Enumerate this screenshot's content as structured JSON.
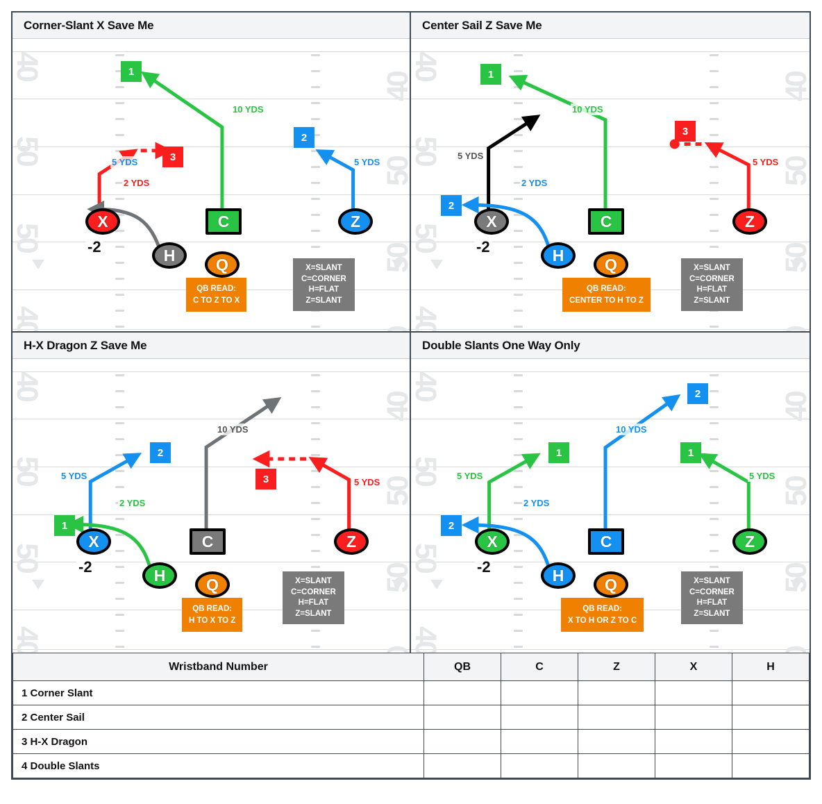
{
  "legend_lines": [
    "X=SLANT",
    "C=CORNER",
    "H=FLAT",
    "Z=SLANT"
  ],
  "colors": {
    "red": "#FA1E1E",
    "green": "#29C443",
    "blue": "#1491F0",
    "orange": "#F08000",
    "gray": "#7A7A7A",
    "black": "#000000",
    "header_bg": "#F3F4F6",
    "border": "#434A4F"
  },
  "plays": [
    {
      "title": "Corner-Slant X Save Me",
      "qb_read_label": "QB READ:",
      "qb_read_value": "C TO Z TO X",
      "depth_label": "-2",
      "players": [
        {
          "id": "X",
          "label": "X",
          "shape": "ellipse",
          "color": "#FA1E1E"
        },
        {
          "id": "C",
          "label": "C",
          "shape": "square",
          "color": "#29C443"
        },
        {
          "id": "Z",
          "label": "Z",
          "shape": "ellipse",
          "color": "#1491F0"
        },
        {
          "id": "H",
          "label": "H",
          "shape": "ellipse",
          "color": "#7A7A7A"
        },
        {
          "id": "Q",
          "label": "Q",
          "shape": "ellipse",
          "color": "#F08000"
        }
      ],
      "badges": [
        {
          "num": "1",
          "color": "#29C443"
        },
        {
          "num": "2",
          "color": "#1491F0"
        },
        {
          "num": "3",
          "color": "#FA1E1E"
        }
      ],
      "yds": [
        {
          "text": "10 YDS",
          "color": "#29C443"
        },
        {
          "text": "5 YDS",
          "color": "#1491F0"
        },
        {
          "text": "5 YDS",
          "color": "#1491F0"
        },
        {
          "text": "2 YDS",
          "color": "#FA1E1E"
        }
      ]
    },
    {
      "title": "Center Sail Z Save Me",
      "qb_read_label": "QB READ:",
      "qb_read_value": "CENTER TO H TO Z",
      "depth_label": "-2",
      "players": [
        {
          "id": "X",
          "label": "X",
          "shape": "ellipse",
          "color": "#7A7A7A"
        },
        {
          "id": "C",
          "label": "C",
          "shape": "square",
          "color": "#29C443"
        },
        {
          "id": "Z",
          "label": "Z",
          "shape": "ellipse",
          "color": "#FA1E1E"
        },
        {
          "id": "H",
          "label": "H",
          "shape": "ellipse",
          "color": "#1491F0"
        },
        {
          "id": "Q",
          "label": "Q",
          "shape": "ellipse",
          "color": "#F08000"
        }
      ],
      "badges": [
        {
          "num": "1",
          "color": "#29C443"
        },
        {
          "num": "2",
          "color": "#1491F0"
        },
        {
          "num": "3",
          "color": "#FA1E1E"
        }
      ],
      "yds": [
        {
          "text": "10 YDS",
          "color": "#29C443"
        },
        {
          "text": "5 YDS",
          "color": "#555555"
        },
        {
          "text": "5 YDS",
          "color": "#FA1E1E"
        },
        {
          "text": "2 YDS",
          "color": "#1491F0"
        }
      ]
    },
    {
      "title": "H-X Dragon Z Save Me",
      "qb_read_label": "QB READ:",
      "qb_read_value": "H TO X TO Z",
      "depth_label": "-2",
      "players": [
        {
          "id": "X",
          "label": "X",
          "shape": "ellipse",
          "color": "#1491F0"
        },
        {
          "id": "C",
          "label": "C",
          "shape": "square",
          "color": "#7A7A7A"
        },
        {
          "id": "Z",
          "label": "Z",
          "shape": "ellipse",
          "color": "#FA1E1E"
        },
        {
          "id": "H",
          "label": "H",
          "shape": "ellipse",
          "color": "#29C443"
        },
        {
          "id": "Q",
          "label": "Q",
          "shape": "ellipse",
          "color": "#F08000"
        }
      ],
      "badges": [
        {
          "num": "1",
          "color": "#29C443"
        },
        {
          "num": "2",
          "color": "#1491F0"
        },
        {
          "num": "3",
          "color": "#FA1E1E"
        }
      ],
      "yds": [
        {
          "text": "10 YDS",
          "color": "#555555"
        },
        {
          "text": "5 YDS",
          "color": "#1491F0"
        },
        {
          "text": "5 YDS",
          "color": "#FA1E1E"
        },
        {
          "text": "2 YDS",
          "color": "#29C443"
        }
      ]
    },
    {
      "title": "Double Slants One Way Only",
      "qb_read_label": "QB READ:",
      "qb_read_value": "X TO H OR Z TO C",
      "depth_label": "-2",
      "players": [
        {
          "id": "X",
          "label": "X",
          "shape": "ellipse",
          "color": "#29C443"
        },
        {
          "id": "C",
          "label": "C",
          "shape": "square",
          "color": "#1491F0"
        },
        {
          "id": "Z",
          "label": "Z",
          "shape": "ellipse",
          "color": "#29C443"
        },
        {
          "id": "H",
          "label": "H",
          "shape": "ellipse",
          "color": "#1491F0"
        },
        {
          "id": "Q",
          "label": "Q",
          "shape": "ellipse",
          "color": "#F08000"
        }
      ],
      "badges": [
        {
          "num": "1",
          "color": "#29C443"
        },
        {
          "num": "2",
          "color": "#1491F0"
        },
        {
          "num": "1",
          "color": "#29C443"
        },
        {
          "num": "2",
          "color": "#1491F0"
        }
      ],
      "yds": [
        {
          "text": "10 YDS",
          "color": "#1491F0"
        },
        {
          "text": "5 YDS",
          "color": "#29C443"
        },
        {
          "text": "5 YDS",
          "color": "#29C443"
        },
        {
          "text": "2 YDS",
          "color": "#1491F0"
        }
      ]
    }
  ],
  "field_numbers": [
    "40",
    "50",
    "50",
    "40"
  ],
  "wristband": {
    "main_header": "Wristband Number",
    "position_headers": [
      "QB",
      "C",
      "Z",
      "X",
      "H"
    ],
    "rows": [
      {
        "num": "1",
        "name": "Corner Slant",
        "cells": [
          "",
          "",
          "",
          "",
          ""
        ]
      },
      {
        "num": "2",
        "name": "Center Sail",
        "cells": [
          "",
          "",
          "",
          "",
          ""
        ]
      },
      {
        "num": "3",
        "name": "H-X Dragon",
        "cells": [
          "",
          "",
          "",
          "",
          ""
        ]
      },
      {
        "num": "4",
        "name": "Double Slants",
        "cells": [
          "",
          "",
          "",
          "",
          ""
        ]
      }
    ]
  }
}
